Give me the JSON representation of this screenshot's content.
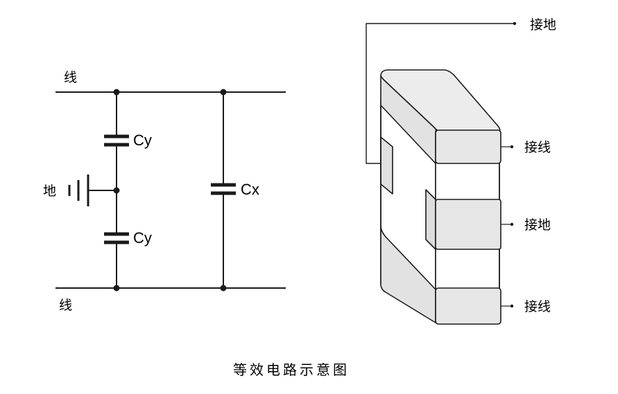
{
  "circuit": {
    "line_top_label": "线",
    "line_bottom_label": "线",
    "ground_label": "地",
    "cy_top_label": "Cy",
    "cy_bottom_label": "Cy",
    "cx_label": "Cx"
  },
  "component": {
    "ground_top_label": "接地",
    "line_upper_label": "接线",
    "ground_middle_label": "接地",
    "line_lower_label": "接线"
  },
  "caption": "等效电路示意图",
  "colors": {
    "stroke": "#1a1a1a",
    "terminal_fill": "#e6e6e6",
    "body_fill": "#ffffff",
    "background": "#ffffff"
  }
}
